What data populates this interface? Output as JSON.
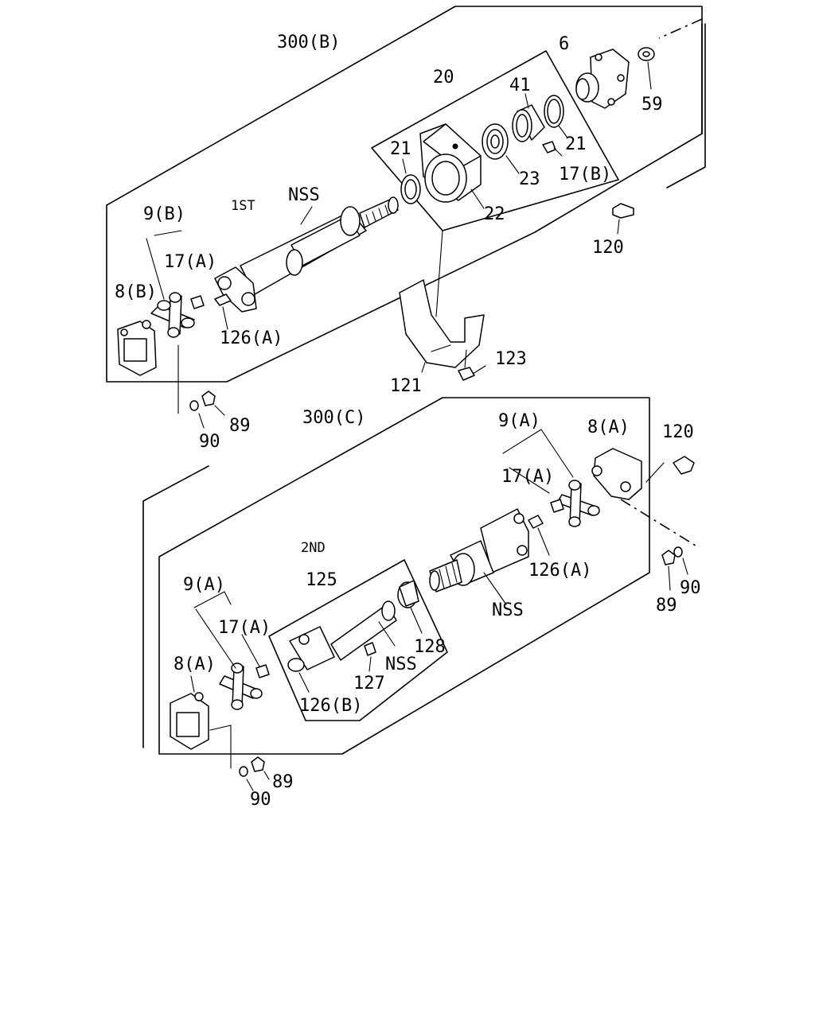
{
  "labels": {
    "assy_300b": "300(B)",
    "assy_300c": "300(C)",
    "section_1st": "1ST",
    "section_2nd": "2ND",
    "p6": "6",
    "p59": "59",
    "p20": "20",
    "p41": "41",
    "p21_right": "21",
    "p21_left": "21",
    "p23": "23",
    "p17b": "17(B)",
    "p22": "22",
    "p120_top": "120",
    "nss_top": "NSS",
    "p9b": "9(B)",
    "p17a_top": "17(A)",
    "p8b": "8(B)",
    "p126a_top": "126(A)",
    "p121": "121",
    "p123": "123",
    "p89_top": "89",
    "p90_top": "90",
    "p9a_right": "9(A)",
    "p8a_right": "8(A)",
    "p120_mid": "120",
    "p17a_right": "17(A)",
    "p126a_mid": "126(A)",
    "nss_mid": "NSS",
    "p89_mid": "89",
    "p90_mid": "90",
    "p125": "125",
    "p128": "128",
    "nss_bottom": "NSS",
    "p127": "127",
    "p126b": "126(B)",
    "p9a_left": "9(A)",
    "p17a_left": "17(A)",
    "p8a_left": "8(A)",
    "p89_bottom": "89",
    "p90_bottom": "90"
  }
}
